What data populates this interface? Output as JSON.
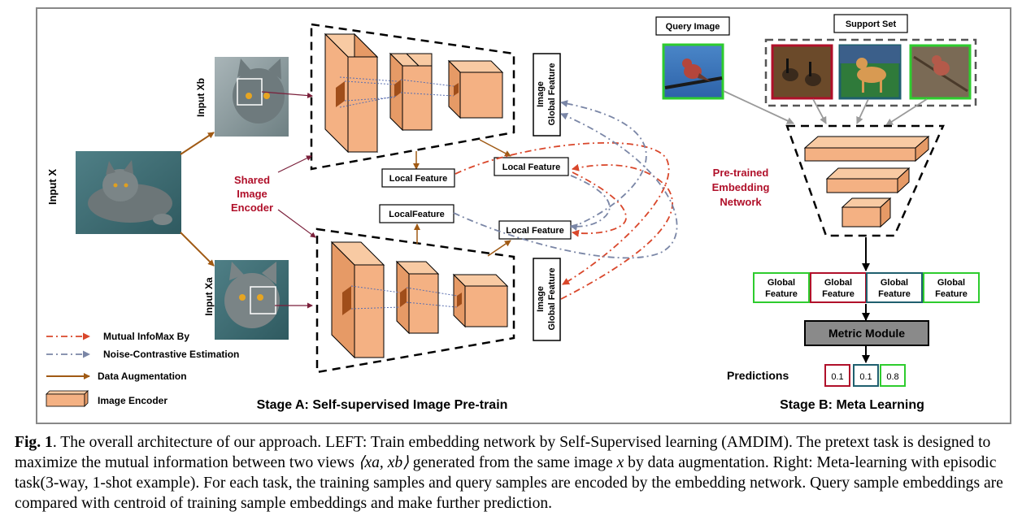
{
  "figure": {
    "input_x": "Input X",
    "input_xb": "Input Xb",
    "input_xa": "Input Xa",
    "shared_encoder_lines": [
      "Shared",
      "Image",
      "Encoder"
    ],
    "global_feature_lines": [
      "Image",
      "Global Feature"
    ],
    "local_feature_top_1": "Local Feature",
    "local_feature_top_2": "Local Feature",
    "local_feature_bottom_1": "LocalFeature",
    "local_feature_bottom_2": "Local Feature",
    "legend": {
      "mutual_line1": "Mutual InfoMax By",
      "mutual_line2": "Noise-Contrastive Estimation",
      "data_aug": "Data Augmentation",
      "image_encoder": "Image Encoder"
    },
    "stage_a": "Stage A: Self-supervised Image Pre-train",
    "query_image": "Query Image",
    "support_set": "Support Set",
    "pretrained_lines": [
      "Pre-trained",
      "Embedding",
      "Network"
    ],
    "global_feature_boxes": [
      {
        "line1": "Global",
        "line2": "Feature",
        "color": "#2ecc2e"
      },
      {
        "line1": "Global",
        "line2": "Feature",
        "color": "#b0102a"
      },
      {
        "line1": "Global",
        "line2": "Feature",
        "color": "#1f5f6e"
      },
      {
        "line1": "Global",
        "line2": "Feature",
        "color": "#2ecc2e"
      }
    ],
    "metric_module": "Metric Module",
    "predictions_label": "Predictions",
    "predictions": [
      {
        "value": "0.1",
        "color": "#b0102a"
      },
      {
        "value": "0.1",
        "color": "#1f5f6e"
      },
      {
        "value": "0.8",
        "color": "#2ecc2e"
      }
    ],
    "stage_b": "Stage B: Meta Learning",
    "colors": {
      "encoder_fill": "#f4b183",
      "augmentation": "#a05a14",
      "mutual_infomax": "#d9472b",
      "nce": "#7a86a6",
      "shared_label": "#b0102a"
    },
    "icons": {
      "cat": "cat-photo",
      "bird": "bird-photo",
      "geese": "geese-photo",
      "dog": "dog-photo"
    }
  },
  "caption": {
    "label": "Fig. 1",
    "part1": ". The overall architecture of our approach. LEFT: Train embedding network by Self-Supervised learning (AMDIM). The pretext task is designed to maximize the mutual information between two views ",
    "math_views": "⟨xa, xb⟩",
    "part2": " generated from the same image ",
    "math_x": "x",
    "part3": " by data augmentation. Right: Meta-learning with episodic task(3-way, 1-shot example). For each task, the training samples and query samples are encoded by the embedding network. Query sample embeddings are compared with centroid of training sample embeddings and make further prediction."
  }
}
